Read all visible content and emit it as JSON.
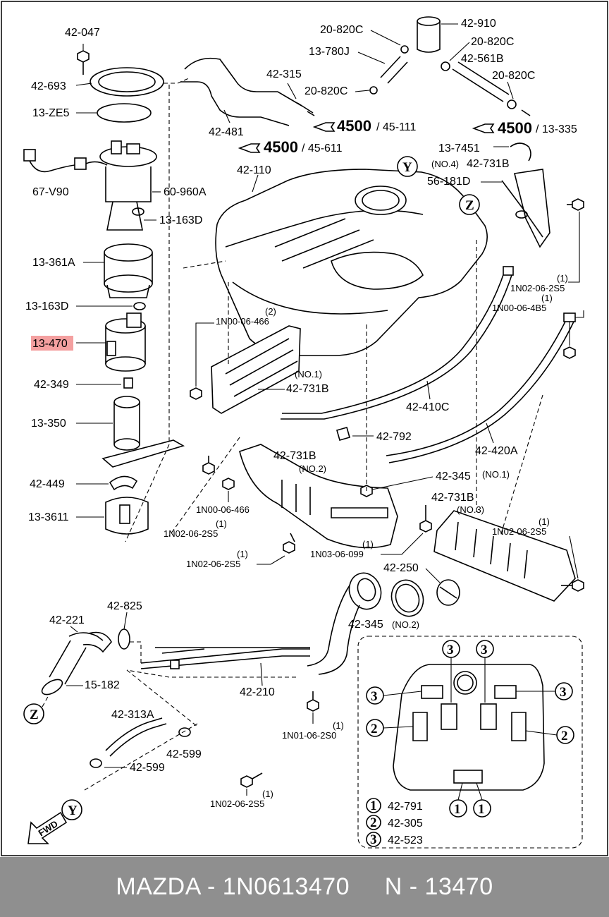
{
  "labels": {
    "l_42047": "42-047",
    "l_42693": "42-693",
    "l_13ze5": "13-ZE5",
    "l_67v90": "67-V90",
    "l_60960a": "60-960A",
    "l_13163d_a": "13-163D",
    "l_13361a": "13-361A",
    "l_13163d_b": "13-163D",
    "l_13470": "13-470",
    "l_42349": "42-349",
    "l_13350": "13-350",
    "l_42449": "42-449",
    "l_133611": "13-3611",
    "l_42481": "42-481",
    "l_42315": "42-315",
    "l_20820c_a": "20-820C",
    "l_13780j": "13-780J",
    "l_20820c_b": "20-820C",
    "l_42910": "42-910",
    "l_20820c_c": "20-820C",
    "l_42561b": "42-561B",
    "l_20820c_d": "20-820C",
    "l_137451": "13-7451",
    "l_no4": "(NO.4)",
    "l_42731b_a": "42-731B",
    "l_56181d": "56-181D",
    "l_42110": "42-110",
    "l_1n0006466_a": "1N00-06-466",
    "l_q2_a": "(2)",
    "l_no1_a": "(NO.1)",
    "l_42731b_b": "42-731B",
    "l_q1_a": "(1)",
    "l_1n02062s5_a": "1N02-06-2S5",
    "l_q1_b": "(1)",
    "l_1n00064b5": "1N00-06-4B5",
    "l_42410c": "42-410C",
    "l_42792": "42-792",
    "l_42420a": "42-420A",
    "l_42731b_c": "42-731B",
    "l_no2_a": "(NO.2)",
    "l_42345_a": "42-345",
    "l_no1_b": "(NO.1)",
    "l_1n0006466_b": "1N00-06-466",
    "l_q1_c": "(1)",
    "l_1n02062s5_b": "1N02-06-2S5",
    "l_42731b_d": "42-731B",
    "l_no3": "(NO.3)",
    "l_q1_d": "(1)",
    "l_1n02062s5_c": "1N02-06-2S5",
    "l_q1_e": "(1)",
    "l_1n03060 99": "1N03-06-099",
    "l_q1_f": "(1)",
    "l_1n02062s5_d": "1N02-06-2S5",
    "l_42250": "42-250",
    "l_42345_b": "42-345",
    "l_no2_b": "(NO.2)",
    "l_42825": "42-825",
    "l_42221": "42-221",
    "l_15182": "15-182",
    "l_42210": "42-210",
    "l_42313a": "42-313A",
    "l_42599_a": "42-599",
    "l_42599_b": "42-599",
    "l_q1_g": "(1)",
    "l_1n01062s0": "1N01-06-2S0",
    "l_q1_h": "(1)",
    "l_1n02062s5_e": "1N02-06-2S5",
    "l_z_a": "Z",
    "l_y_a": "Y",
    "l_z_b": "Z",
    "l_y_b": "Y",
    "l_fwd": "FWD"
  },
  "refs": {
    "r1_num": "4500",
    "r1_ref": "/ 45-111",
    "r2_num": "4500",
    "r2_ref": "/ 45-611",
    "r3_num": "4500",
    "r3_ref": "/ 13-335"
  },
  "inset": {
    "c1": "1",
    "c2": "2",
    "c3": "3",
    "c3_a": "3",
    "c3_b": "3",
    "c3_c": "3",
    "c3_d": "3",
    "c2_a": "2",
    "c2_b": "2",
    "c1_a": "1",
    "c1_b": "1",
    "legend": [
      {
        "num": "1",
        "part": "42-791"
      },
      {
        "num": "2",
        "part": "42-305"
      },
      {
        "num": "3",
        "part": "42-523"
      }
    ]
  },
  "footer": {
    "text": "MAZDA - 1N0613470     N - 13470"
  },
  "highlight_color": "#f4a0a0"
}
